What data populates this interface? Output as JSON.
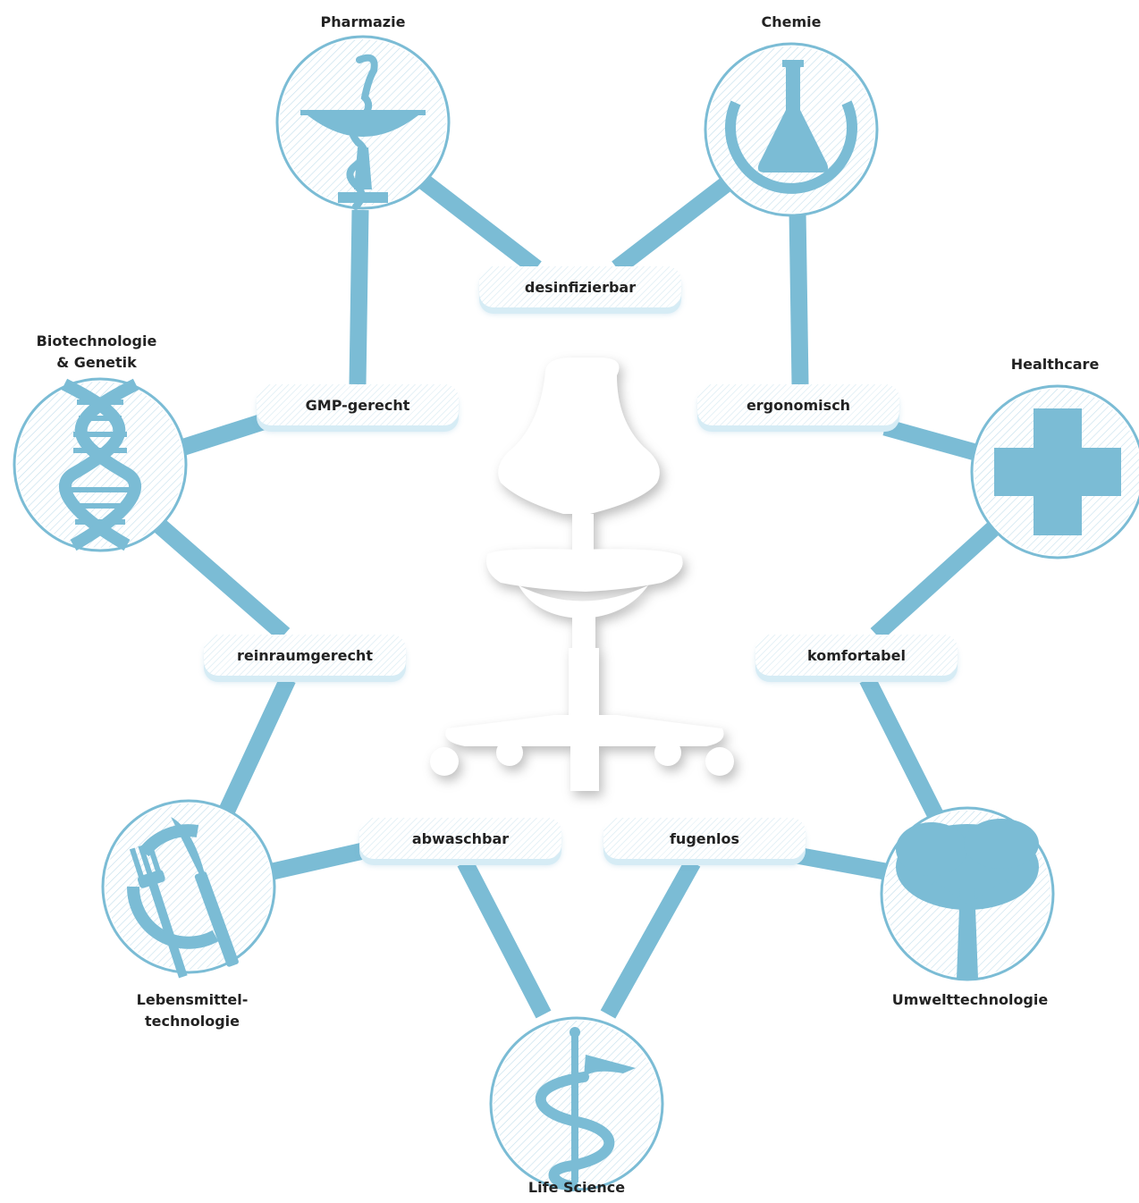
{
  "colors": {
    "accent": "#7bbcd5",
    "text": "#222222",
    "hatch": "#c3dfec"
  },
  "nodes": [
    {
      "id": "pharmazie",
      "label": "Pharmazie",
      "icon": "bowl-of-hygieia-icon"
    },
    {
      "id": "chemie",
      "label": "Chemie",
      "icon": "flask-icon"
    },
    {
      "id": "biotech",
      "label": "Biotechnologie\n& Genetik",
      "icon": "dna-icon"
    },
    {
      "id": "healthcare",
      "label": "Healthcare",
      "icon": "cross-icon"
    },
    {
      "id": "lebensmittel",
      "label": "Lebensmittel-\ntechnologie",
      "icon": "fork-knife-icon"
    },
    {
      "id": "umwelt",
      "label": "Umwelttechnologie",
      "icon": "tree-icon"
    },
    {
      "id": "lifescience",
      "label": "Life Science",
      "icon": "rod-of-asclepius-icon"
    }
  ],
  "properties": [
    {
      "id": "desinfizierbar",
      "label": "desinfizierbar"
    },
    {
      "id": "gmp",
      "label": "GMP-gerecht"
    },
    {
      "id": "ergonomisch",
      "label": "ergonomisch"
    },
    {
      "id": "reinraum",
      "label": "reinraumgerecht"
    },
    {
      "id": "komfortabel",
      "label": "komfortabel"
    },
    {
      "id": "abwaschbar",
      "label": "abwaschbar"
    },
    {
      "id": "fugenlos",
      "label": "fugenlos"
    }
  ],
  "center": {
    "icon": "lab-chair-icon"
  }
}
